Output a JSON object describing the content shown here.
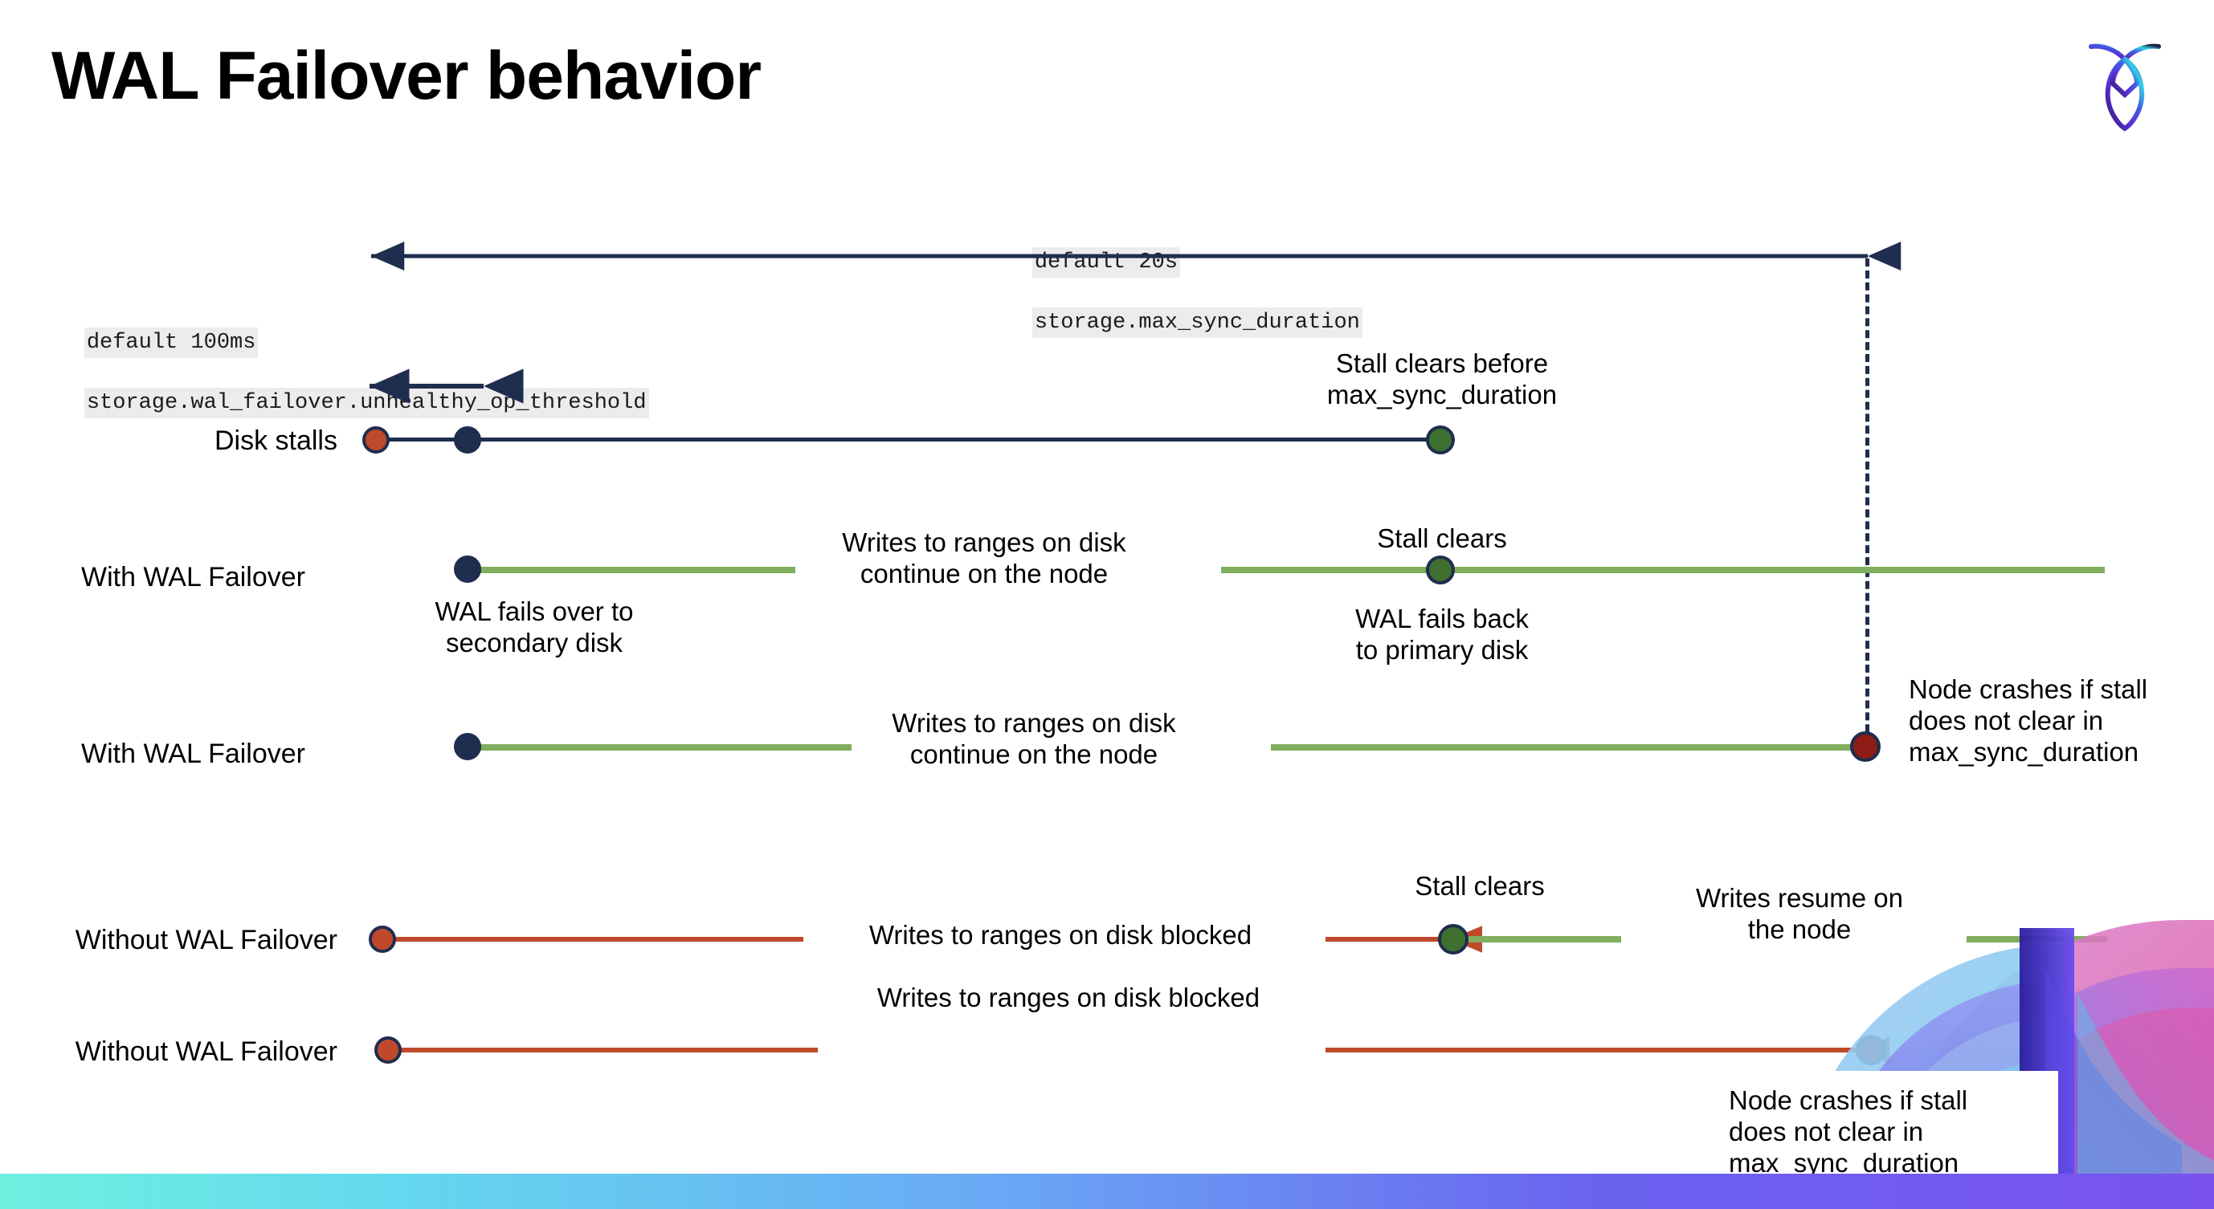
{
  "slide": {
    "title": "WAL Failover behavior",
    "logo_name": "cockroach-labs-logo"
  },
  "params": {
    "max_sync": {
      "default": "default 20s",
      "setting": "storage.max_sync_duration"
    },
    "unhealthy": {
      "default": "default 100ms",
      "setting": "storage.wal_failover.unhealthy_op_threshold"
    }
  },
  "rows": [
    {
      "id": "disk-stalls",
      "label": "Disk stalls",
      "note_right": "Stall clears before\nmax_sync_duration"
    },
    {
      "id": "with-wal-failover-1",
      "label": "With WAL Failover",
      "note_start": "WAL fails over to\nsecondary disk",
      "note_mid": "Writes to ranges on disk\ncontinue on the node",
      "note_clear": "Stall clears",
      "note_back": "WAL fails  back\nto primary disk"
    },
    {
      "id": "with-wal-failover-2",
      "label": "With WAL Failover",
      "note_mid": "Writes to ranges on disk\ncontinue on the node",
      "note_crash": "Node crashes if stall\ndoes not clear in\nmax_sync_duration"
    },
    {
      "id": "without-wal-failover-1",
      "label": "Without WAL Failover",
      "note_mid": "Writes to ranges on disk  blocked",
      "note_clear": "Stall clears",
      "note_resume": "Writes resume on\nthe node"
    },
    {
      "id": "without-wal-failover-2",
      "label": "Without WAL Failover",
      "note_mid": "Writes to ranges on disk  blocked",
      "note_crash": "Node crashes if stall\ndoes not clear in\nmax_sync_duration"
    }
  ],
  "colors": {
    "navy": "#1f2d4e",
    "orange": "#c0492c",
    "green_line": "#7fae5e",
    "green_dot": "#3e7030",
    "dark_red": "#8c1c15",
    "chip_bg": "#ececec"
  }
}
